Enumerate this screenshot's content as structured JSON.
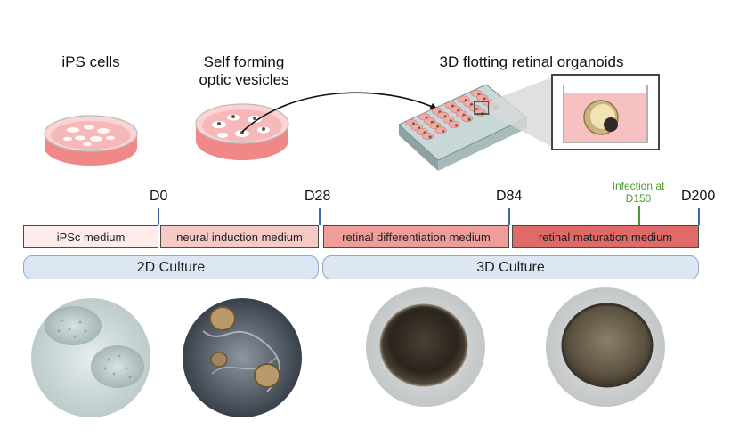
{
  "stages": {
    "ips": "iPS cells",
    "vesicles_line1": "Self forming",
    "vesicles_line2": "optic vesicles",
    "organoids": "3D flotting retinal organoids"
  },
  "timeline": {
    "days": [
      "D0",
      "D28",
      "D84",
      "D200"
    ],
    "infection_line1": "Infection at",
    "infection_line2": "D150"
  },
  "media": [
    {
      "label": "iPSc medium",
      "color": "#fdeceb"
    },
    {
      "label": "neural induction medium",
      "color": "#f6c9c5"
    },
    {
      "label": "retinal differentiation medium",
      "color": "#ee9d99"
    },
    {
      "label": "retinal maturation medium",
      "color": "#e06a68"
    }
  ],
  "cultures": [
    "2D Culture",
    "3D Culture"
  ],
  "colors": {
    "tick": "#3d6aa8",
    "infection": "#4b9a2c",
    "culture_fill": "#dde7f3",
    "culture_border": "#8fa9cc"
  }
}
